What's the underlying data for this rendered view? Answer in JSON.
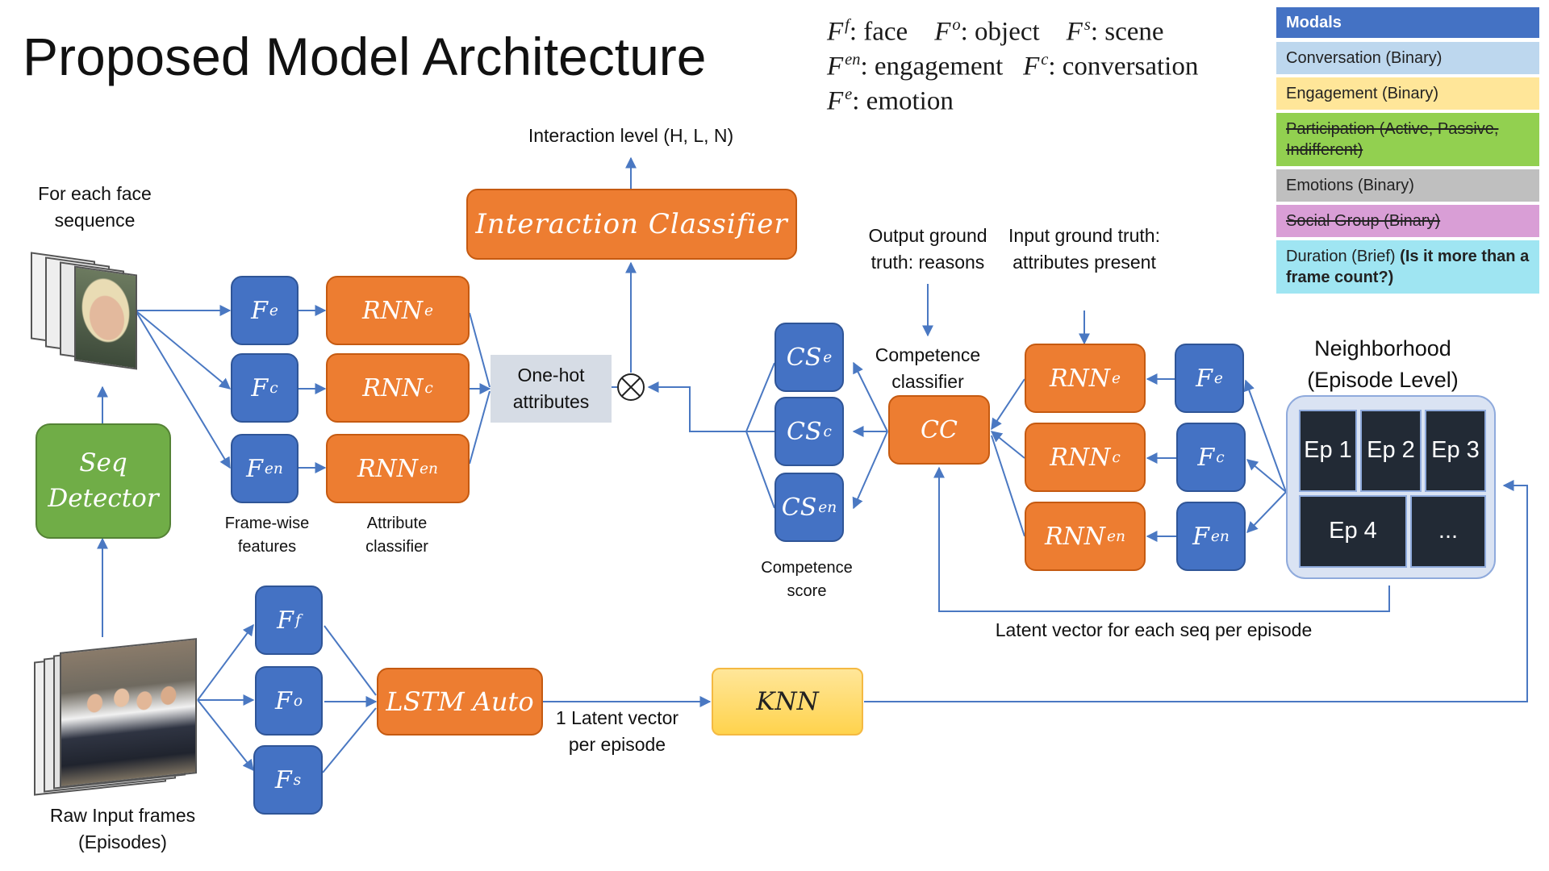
{
  "title": "Proposed Model Architecture",
  "feature_legend": [
    [
      {
        "sym": "F",
        "sup": "f",
        "text": ": face"
      },
      {
        "sym": "F",
        "sup": "o",
        "text": ": object"
      },
      {
        "sym": "F",
        "sup": "s",
        "text": ": scene"
      }
    ],
    [
      {
        "sym": "F",
        "sup": "en",
        "text": ": engagement"
      },
      {
        "sym": "F",
        "sup": "c",
        "text": ": conversation"
      }
    ],
    [
      {
        "sym": "F",
        "sup": "e",
        "text": ": emotion"
      }
    ]
  ],
  "modals": {
    "header": "Modals",
    "rows": [
      {
        "label": "Conversation (Binary)",
        "bold": "",
        "struck": false,
        "color": "#bdd7ee"
      },
      {
        "label": "Engagement (Binary)",
        "bold": "",
        "struck": false,
        "color": "#ffe699"
      },
      {
        "label": "Participation (Active, Passive, Indifferent)",
        "bold": "",
        "struck": true,
        "color": "#92d050"
      },
      {
        "label": "Emotions (Binary)",
        "bold": "",
        "struck": false,
        "color": "#bfbfbf"
      },
      {
        "label": "Social Group (Binary)",
        "bold": "",
        "struck": true,
        "color": "#d99ed6"
      },
      {
        "label": "Duration (Brief) ",
        "bold": "(Is it more than a frame count?)",
        "struck": false,
        "color": "#9fe5f2"
      }
    ],
    "header_color": "#4472c4"
  },
  "labels": {
    "face_seq": "For each face sequence",
    "interaction_level": "Interaction level (H, L, N)",
    "frame_wise": "Frame-wise features",
    "attr_classifier": "Attribute classifier",
    "output_gt": "Output ground truth: reasons",
    "input_gt": "Input ground truth: attributes present",
    "competence_classifier": "Competence classifier",
    "competence_score": "Competence score",
    "neighborhood": "Neighborhood (Episode Level)",
    "latent_each": "Latent vector for each seq per episode",
    "latent_one": "1 Latent vector per episode",
    "raw_input": "Raw Input frames (Episodes)"
  },
  "nodes": {
    "seq_detector": "Seq Detector",
    "interaction_classifier": "Interaction Classifier",
    "one_hot": "One-hot attributes",
    "cc": "CC",
    "lstm": "LSTM Auto",
    "knn": "KNN",
    "rnn": "RNN",
    "cs": "CS",
    "f": "F",
    "sup_e": "e",
    "sup_c": "c",
    "sup_en": "en",
    "sup_f": "f",
    "sup_o": "o",
    "sup_s": "s"
  },
  "episodes": [
    "Ep 1",
    "Ep 2",
    "Ep 3",
    "Ep 4",
    "..."
  ]
}
